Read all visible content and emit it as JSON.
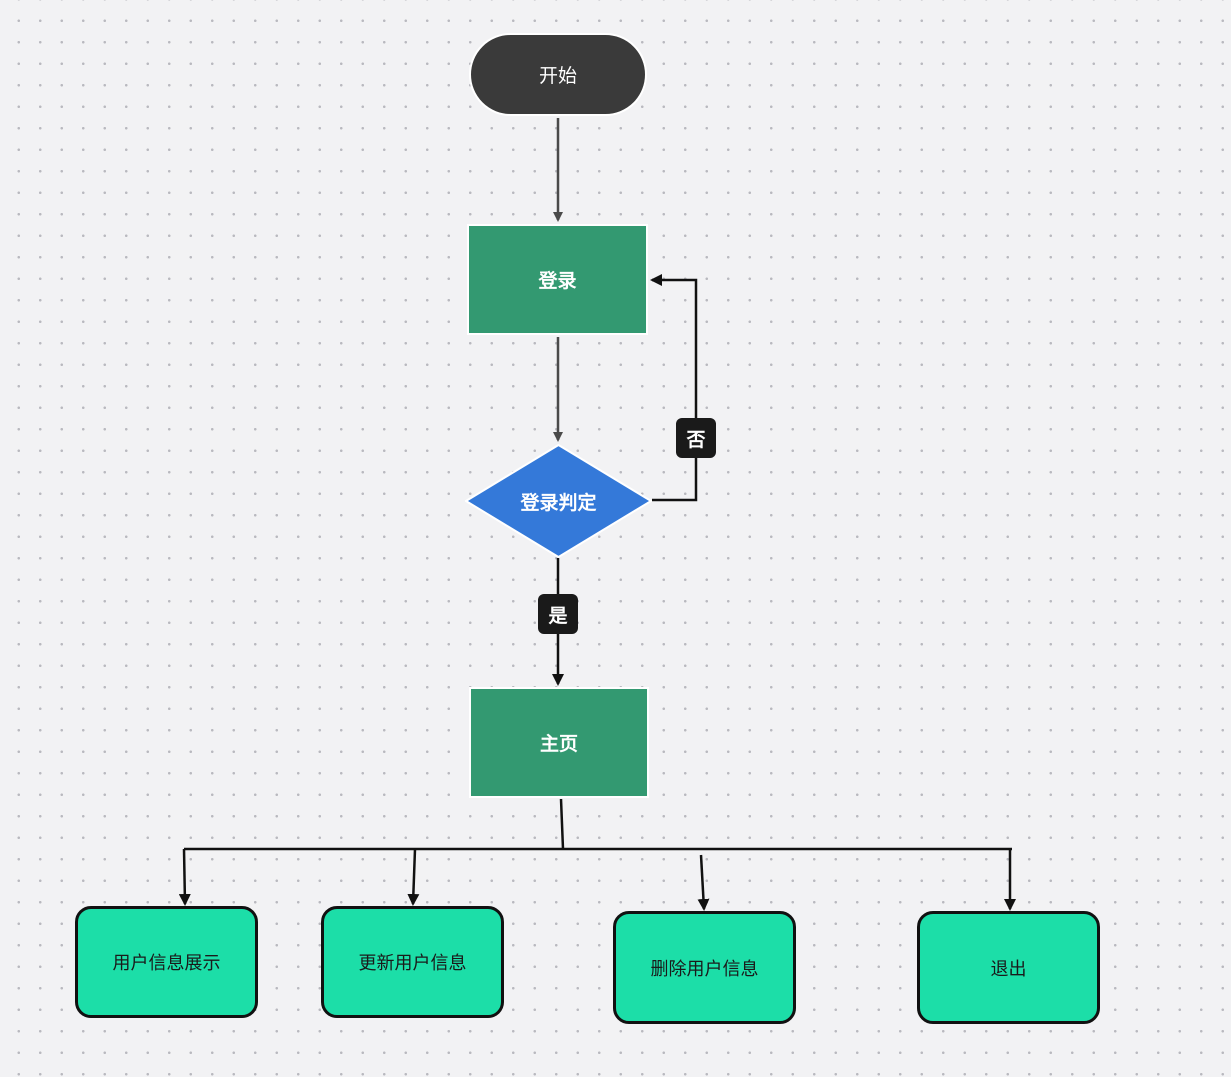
{
  "diagram": {
    "nodes": {
      "start": "开始",
      "login": "登录",
      "login_check": "登录判定",
      "home": "主页",
      "show_user_info": "用户信息展示",
      "update_user_info": "更新用户信息",
      "delete_user_info": "删除用户信息",
      "exit": "退出"
    },
    "edge_labels": {
      "no": "否",
      "yes": "是"
    },
    "edges": [
      {
        "from": "start",
        "to": "login"
      },
      {
        "from": "login",
        "to": "login_check"
      },
      {
        "from": "login_check",
        "to": "login",
        "label": "否"
      },
      {
        "from": "login_check",
        "to": "home",
        "label": "是"
      },
      {
        "from": "home",
        "to": "show_user_info"
      },
      {
        "from": "home",
        "to": "update_user_info"
      },
      {
        "from": "home",
        "to": "delete_user_info"
      },
      {
        "from": "home",
        "to": "exit"
      }
    ],
    "colors": {
      "terminator": "#3a3a3a",
      "process": "#339971",
      "decision": "#3479d9",
      "action": "#1cdea8",
      "label_bg": "#1a1a1a",
      "connector_gray": "#4a4a4a",
      "connector_black": "#111111"
    }
  }
}
